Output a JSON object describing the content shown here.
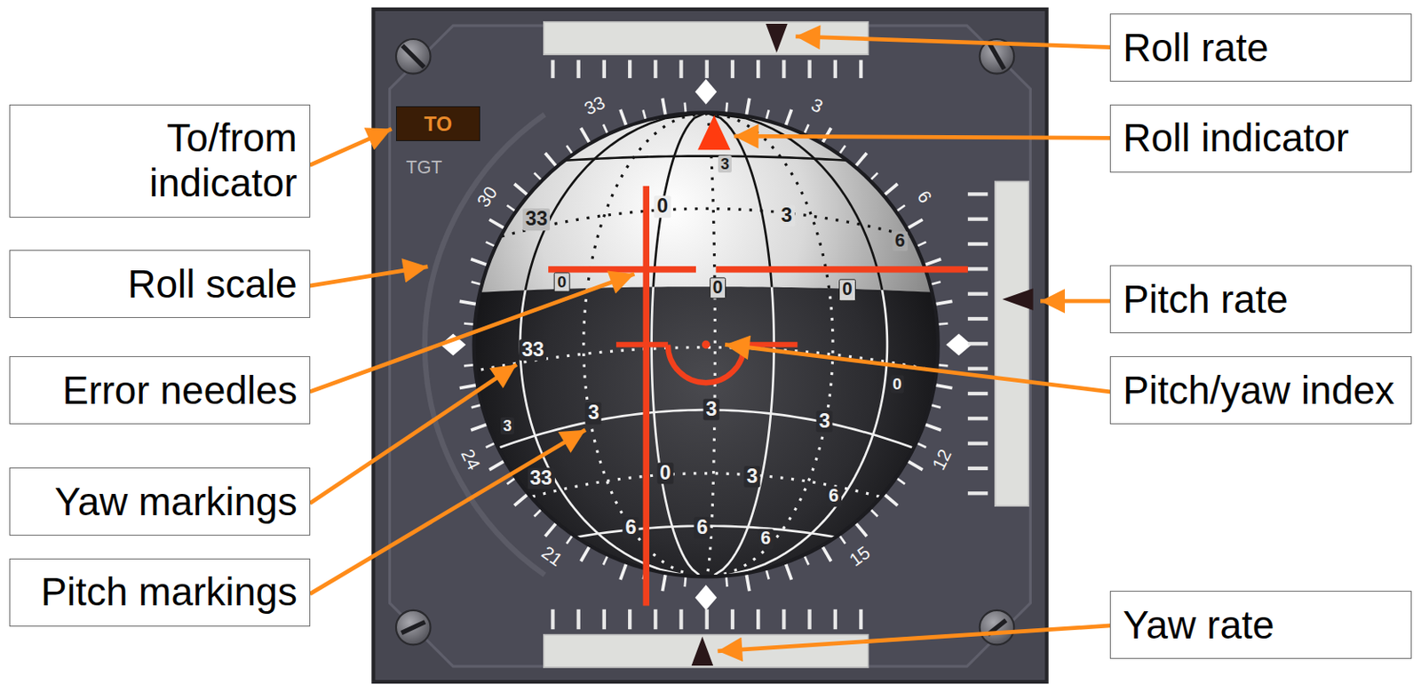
{
  "diagram": {
    "nodes": [
      {
        "text": [
          "Roll rate"
        ]
      },
      {
        "text": [
          "To/from indicator"
        ]
      },
      {
        "text": [
          "TO"
        ]
      },
      {
        "text": [
          "Roll indicator"
        ]
      },
      {
        "text": [
          "Roll scale"
        ]
      },
      {
        "text": [
          "Pitch rate"
        ]
      },
      {
        "text": [
          "Error needles"
        ]
      },
      {
        "text": [
          "Pitch/yaw index"
        ]
      },
      {
        "text": [
          "Yaw markings"
        ]
      },
      {
        "text": [
          "Pitch markings"
        ]
      },
      {
        "text": [
          "Yaw rate"
        ]
      }
    ],
    "labels": [
      "TGT",
      "33",
      "3",
      "30",
      "6",
      "24",
      "12",
      "21",
      "15",
      "3",
      "33",
      "0",
      "3",
      "6",
      "0",
      "0",
      "0",
      "33",
      "0",
      "3",
      "3",
      "3",
      "3",
      "33",
      "0",
      "3",
      "6",
      "6",
      "6",
      "6"
    ]
  }
}
